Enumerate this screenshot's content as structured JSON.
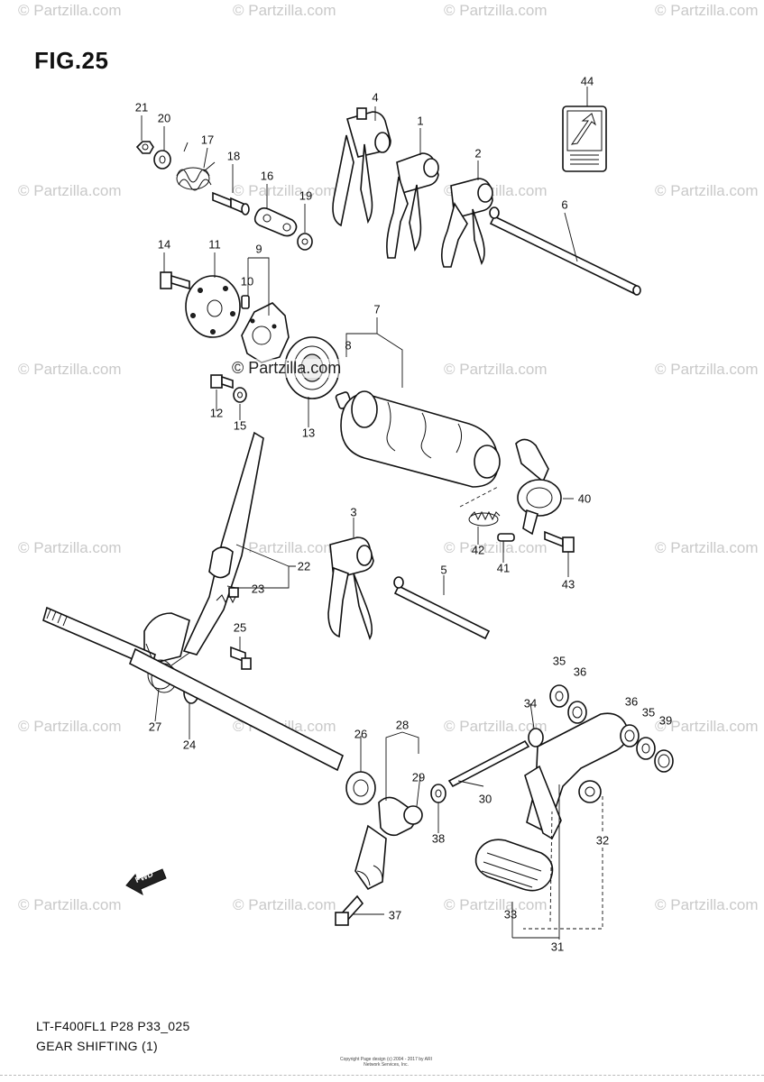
{
  "figure": {
    "title": "FIG.25",
    "model_code": "LT-F400FL1  P28  P33_025",
    "section_name": "GEAR SHIFTING (1)",
    "copyright_note": "Copyright Page design (c) 2004 - 2017 by ARI Network Services, Inc.",
    "center_watermark": "© Partzilla.com",
    "fwd_label": "FWD"
  },
  "watermark": {
    "text": "© Partzilla.com",
    "color": "#c9c9c9"
  },
  "callouts": {
    "c1": "1",
    "c2": "2",
    "c3": "3",
    "c4": "4",
    "c5": "5",
    "c6": "6",
    "c7": "7",
    "c8": "8",
    "c9": "9",
    "c10": "10",
    "c11": "11",
    "c12": "12",
    "c13": "13",
    "c14": "14",
    "c15": "15",
    "c16": "16",
    "c17": "17",
    "c18": "18",
    "c19": "19",
    "c20": "20",
    "c21": "21",
    "c22": "22",
    "c23": "23",
    "c24": "24",
    "c25": "25",
    "c26": "26",
    "c27": "27",
    "c28": "28",
    "c29": "29",
    "c30": "30",
    "c31": "31",
    "c32": "32",
    "c33": "33",
    "c34": "34",
    "c35a": "35",
    "c35b": "35",
    "c36a": "36",
    "c36b": "36",
    "c37": "37",
    "c38": "38",
    "c39": "39",
    "c40": "40",
    "c41": "41",
    "c42": "42",
    "c43": "43",
    "c44": "44"
  }
}
